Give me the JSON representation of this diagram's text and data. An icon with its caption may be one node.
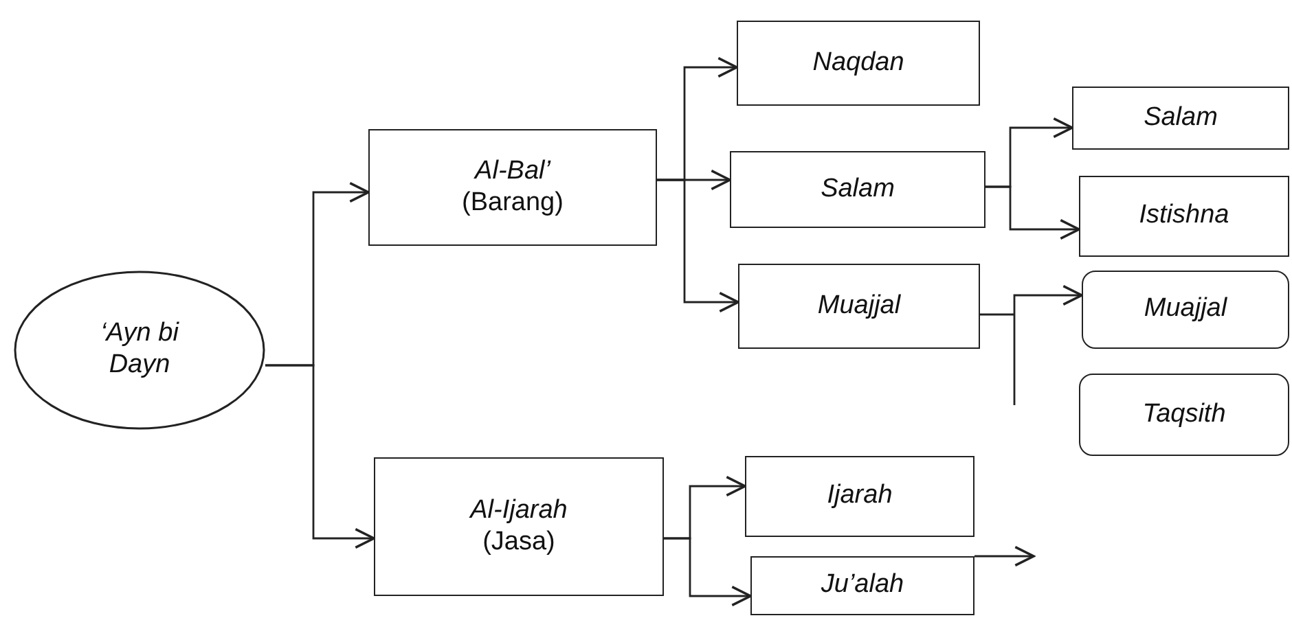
{
  "diagram": {
    "nodes": [
      {
        "text": [
          "‘Ayn bi Dayn"
        ]
      },
      {
        "text": [
          "Al-Bal’",
          "(Barang)"
        ]
      },
      {
        "text": [
          "Al-Ijarah",
          "(Jasa)"
        ]
      },
      {
        "text": [
          "Naqdan"
        ]
      },
      {
        "text": [
          "Salam"
        ]
      },
      {
        "text": [
          "Muajjal"
        ]
      },
      {
        "text": [
          "Salam"
        ]
      },
      {
        "text": [
          "Istishna"
        ]
      },
      {
        "text": [
          "Muajjal"
        ]
      },
      {
        "text": [
          "Taqsith"
        ]
      },
      {
        "text": [
          "Ijarah"
        ]
      },
      {
        "text": [
          "Ju’alah"
        ]
      }
    ],
    "edges": [
      {
        "from": 0,
        "to": 1,
        "arrow": "to"
      },
      {
        "from": 0,
        "to": 2,
        "arrow": "to"
      },
      {
        "from": 1,
        "to": 3,
        "arrow": "to"
      },
      {
        "from": 1,
        "to": 4,
        "arrow": "to"
      },
      {
        "from": 1,
        "to": 5,
        "arrow": "to"
      },
      {
        "from": 4,
        "to": 6,
        "arrow": "to"
      },
      {
        "from": 4,
        "to": 7,
        "arrow": "to"
      },
      {
        "from": 5,
        "to": 8,
        "arrow": "to"
      },
      {
        "from": 2,
        "to": 10,
        "arrow": "to"
      },
      {
        "from": 2,
        "to": 11,
        "arrow": "to"
      },
      {
        "from": 11,
        "to": null,
        "arrow": "to"
      }
    ]
  }
}
